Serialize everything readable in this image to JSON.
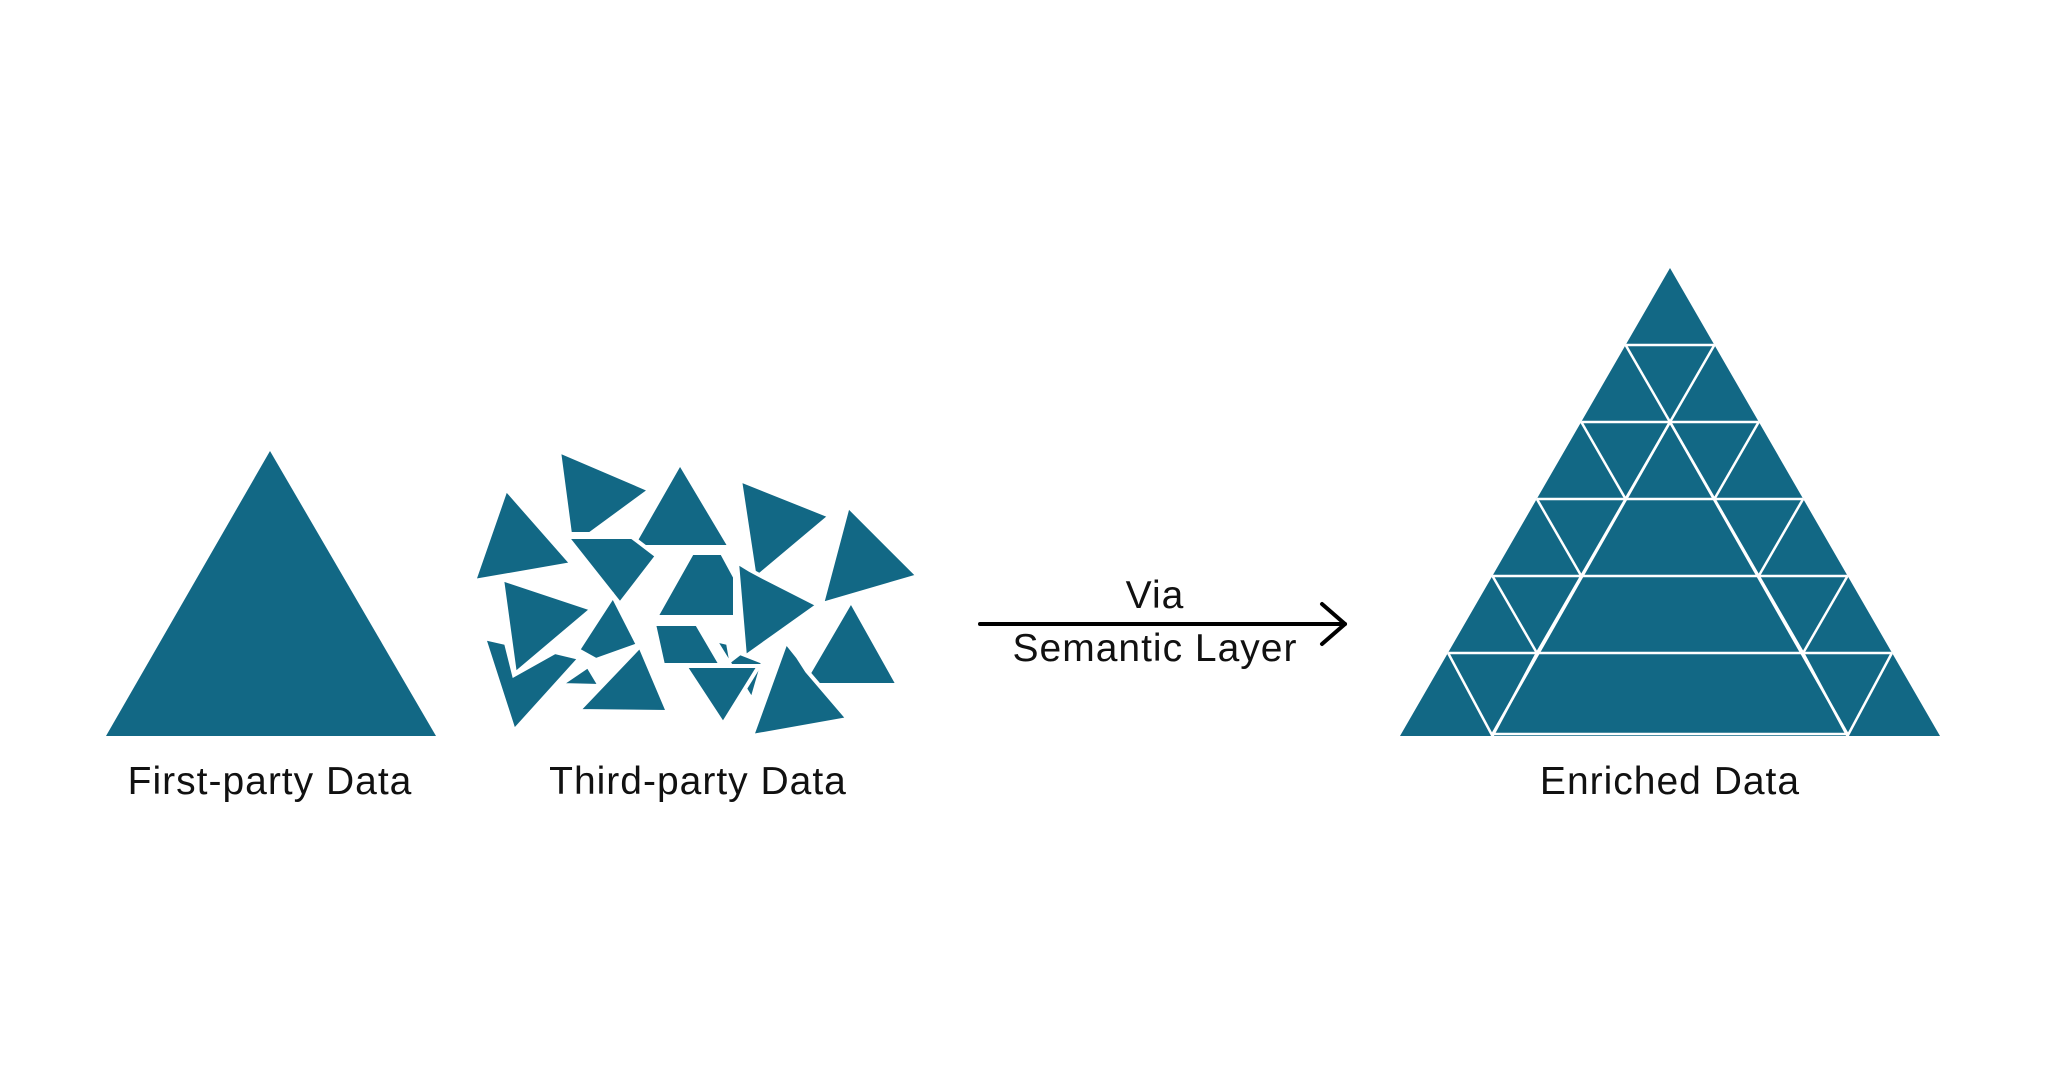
{
  "colors": {
    "triangle_fill": "#126885",
    "outline": "#ffffff",
    "arrow": "#000000",
    "text": "#111111",
    "background": "#ffffff"
  },
  "labels": {
    "first_party": "First-party Data",
    "third_party": "Third-party Data",
    "via": "Via",
    "semantic_layer": "Semantic Layer",
    "enriched": "Enriched Data"
  }
}
